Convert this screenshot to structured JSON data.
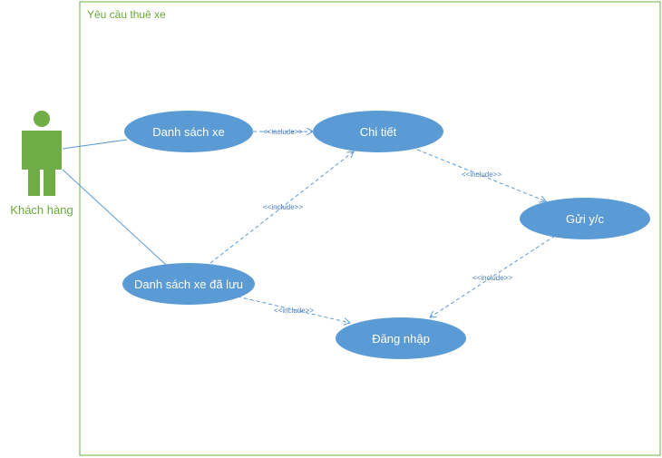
{
  "system_boundary": {
    "title": "Yêu cầu thuê xe"
  },
  "actor": {
    "label": "Khách hàng",
    "icon": "user-actor-icon"
  },
  "use_cases": {
    "danh_sach_xe": "Danh sách xe",
    "chi_tiet": "Chi tiết",
    "gui_yc": "Gửi y/c",
    "danh_sach_xe_da_luu": "Danh sách xe đã lưu",
    "dang_nhap": "Đăng nhập"
  },
  "relationships": {
    "include_1": "<<include>>",
    "include_2": "<<include>>",
    "include_3": "<<include>>",
    "include_4": "<<include>>",
    "include_5": "<<include>>"
  },
  "colors": {
    "use_case_fill": "#5b9bd5",
    "boundary_stroke": "#70ad47",
    "actor_fill": "#70ad47",
    "connector": "#5b9bd5"
  }
}
